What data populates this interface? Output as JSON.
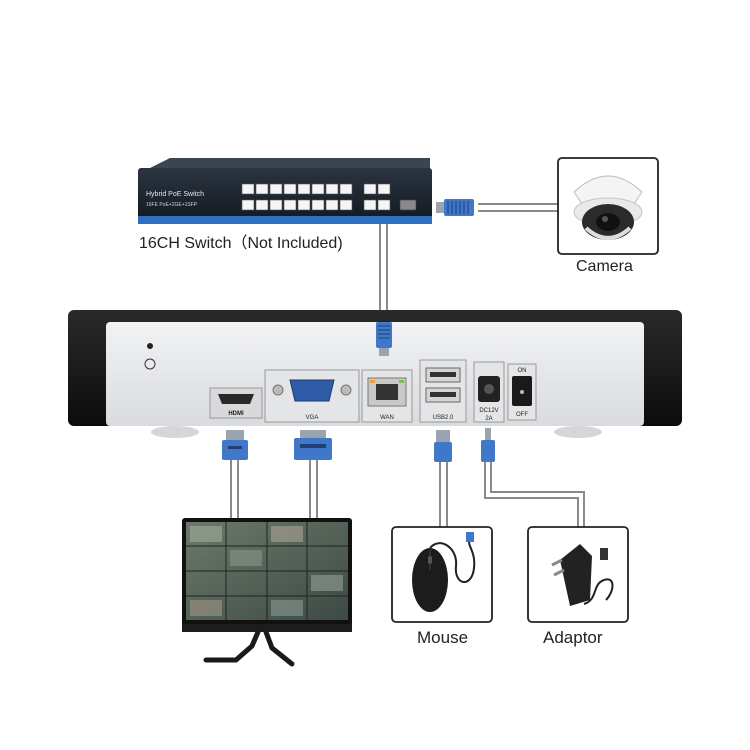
{
  "switch": {
    "label": "16CH Switch（Not Included)",
    "brand": "Hybrid PoE Switch",
    "spec": "16FE PoE+2GE+1SFP"
  },
  "camera": {
    "label": "Camera"
  },
  "nvr": {
    "ports": {
      "hdmi": "HDMI",
      "vga": "VGA",
      "wan": "WAN",
      "usb": "USB2.0",
      "dc": "DC12V",
      "dc_current": "2A",
      "switch_on": "ON",
      "switch_off": "OFF"
    }
  },
  "mouse": {
    "label": "Mouse"
  },
  "adaptor": {
    "label": "Adaptor"
  },
  "colors": {
    "cable": "#8a8a8a",
    "connector_blue": "#3f77c9",
    "switch_body": "#1f2937",
    "switch_accent": "#2f6fbf",
    "nvr_body": "#1a1a1a",
    "nvr_panel": "#e9eaec"
  },
  "icons": [
    "rj45-connector-icon",
    "hdmi-connector-icon",
    "vga-connector-icon",
    "usb-connector-icon",
    "dc-plug-icon",
    "ground-icon"
  ]
}
